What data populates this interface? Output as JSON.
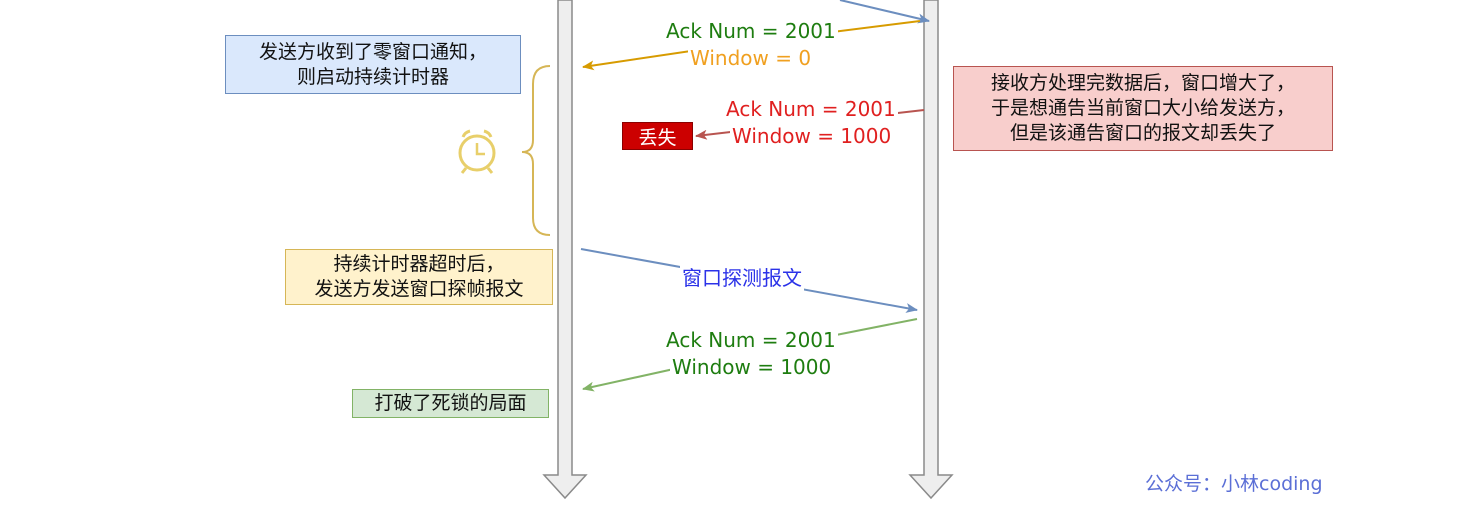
{
  "colors": {
    "lifeline_fill": "#eeeeee",
    "lifeline_stroke": "#8a8a8a",
    "arrow_blue": "#6c8ebf",
    "arrow_orange": "#d79b00",
    "arrow_red": "#b85450",
    "arrow_green": "#82b366",
    "text_green": "#1e7d10",
    "text_orange": "#f0a020",
    "text_red": "#e02020",
    "text_blue": "#2b32e8",
    "brace": "#d6b656",
    "clock": "#e8cf6a"
  },
  "icons": {
    "clock": "alarm-clock-icon"
  },
  "notes": {
    "zero_window": {
      "line1": "发送方收到了零窗口通知，",
      "line2": "则启动持续计时器"
    },
    "receiver_update": {
      "line1": "接收方处理完数据后，窗口增大了，",
      "line2": "于是想通告当前窗口大小给发送方，",
      "line3": "但是该通告窗口的报文却丢失了"
    },
    "timer_expired": {
      "line1": "持续计时器超时后，",
      "line2": "发送方发送窗口探帧报文"
    },
    "deadlock_broken": "打破了死锁的局面",
    "lost_tag": "丢失"
  },
  "messages": {
    "ack_zero": {
      "ack": "Ack Num = 2001",
      "window": "Window = 0"
    },
    "ack_lost": {
      "ack": "Ack Num = 2001",
      "window": "Window = 1000"
    },
    "probe": "窗口探测报文",
    "ack_final": {
      "ack": "Ack Num = 2001",
      "window": "Window = 1000"
    }
  },
  "watermark": "公众号：小林coding"
}
